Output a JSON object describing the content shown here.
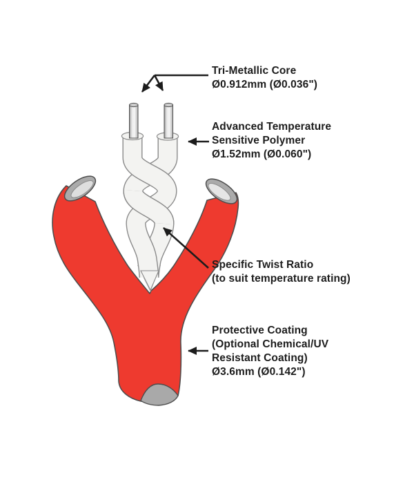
{
  "diagram": {
    "labels": {
      "core": {
        "title": "Tri-Metallic Core",
        "dimension": "Ø0.912mm (Ø0.036\")"
      },
      "polymer": {
        "line1": "Advanced Temperature",
        "line2": "Sensitive Polymer",
        "dimension": "Ø1.52mm (Ø0.060\")"
      },
      "twist": {
        "line1": "Specific Twist Ratio",
        "line2": "(to suit temperature rating)"
      },
      "coating": {
        "line1": "Protective Coating",
        "line2": "(Optional Chemical/UV",
        "line3": "Resistant Coating)",
        "dimension": "Ø3.6mm (Ø0.142\")"
      }
    },
    "colors": {
      "jacket_red": "#ee3a2f",
      "polymer_white": "#f3f3f1",
      "metal_gray": "#cccccc",
      "cut_face_gray": "#a9a9a9",
      "lip_gray": "#ababab",
      "outline": "#4d4d4d",
      "leader_black": "#1c1c1c"
    }
  }
}
